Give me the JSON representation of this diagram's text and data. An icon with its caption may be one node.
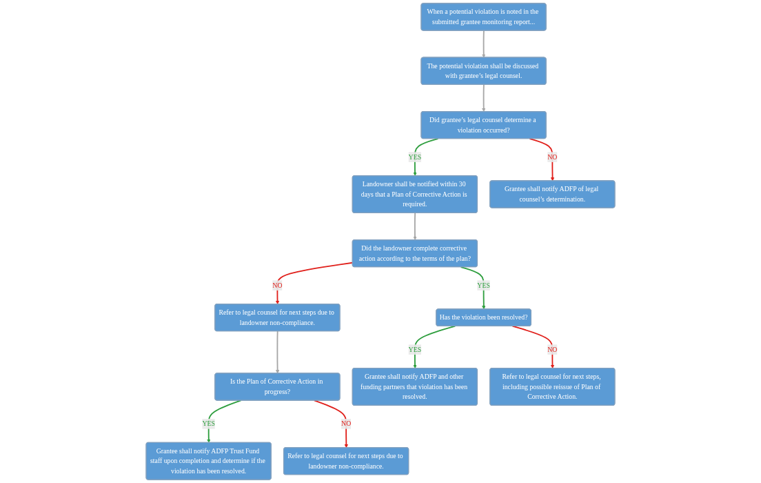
{
  "diagram": {
    "nodes": [
      {
        "text": [
          "When a potential violation is noted in the submitted grantee monitoring report..."
        ]
      },
      {
        "text": [
          "The potential violation shall be discussed with grantee’s legal counsel."
        ]
      },
      {
        "text": [
          "Did grantee’s legal counsel determine a violation occurred?"
        ]
      },
      {
        "text": [
          "Landowner shall be notified within 30 days that a Plan of Corrective Action is required."
        ]
      },
      {
        "text": [
          "Grantee shall notify ADFP of legal counsel’s determination."
        ]
      },
      {
        "text": [
          "Did the landowner complete corrective action according to the terms of the plan?"
        ]
      },
      {
        "text": [
          "Has the violation been resolved?"
        ]
      },
      {
        "text": [
          "Refer to legal counsel for next steps due to landowner non-compliance."
        ]
      },
      {
        "text": [
          "Is the Plan of Corrective Action in progress?"
        ]
      },
      {
        "text": [
          "Grantee shall notify ADFP and other funding partners that violation has been resolved."
        ]
      },
      {
        "text": [
          "Refer to legal counsel for next steps, including possible reissue of Plan of Corrective Action."
        ]
      },
      {
        "text": [
          "Grantee shall notify ADFP Trust Fund staff upon completion and determine if the violation has been resolved."
        ]
      },
      {
        "text": [
          "Refer to legal counsel for next steps due to landowner non-compliance."
        ]
      }
    ],
    "edges": [
      {
        "from": 0,
        "to": 1,
        "arrow": "to",
        "color": "#a6a6a6"
      },
      {
        "from": 1,
        "to": 2,
        "arrow": "to",
        "color": "#a6a6a6"
      },
      {
        "from": 2,
        "to": 3,
        "arrow": "to",
        "label": "YES",
        "color": "#2e9e3e"
      },
      {
        "from": 2,
        "to": 4,
        "arrow": "to",
        "label": "NO",
        "color": "#e0201b"
      },
      {
        "from": 3,
        "to": 5,
        "arrow": "to",
        "color": "#a6a6a6"
      },
      {
        "from": 5,
        "to": 6,
        "arrow": "to",
        "label": "YES",
        "color": "#2e9e3e"
      },
      {
        "from": 5,
        "to": 7,
        "arrow": "to",
        "label": "NO",
        "color": "#e0201b"
      },
      {
        "from": 7,
        "to": 8,
        "arrow": "to",
        "color": "#a6a6a6"
      },
      {
        "from": 6,
        "to": 9,
        "arrow": "to",
        "label": "YES",
        "color": "#2e9e3e"
      },
      {
        "from": 6,
        "to": 10,
        "arrow": "to",
        "label": "NO",
        "color": "#e0201b"
      },
      {
        "from": 8,
        "to": 11,
        "arrow": "to",
        "label": "YES",
        "color": "#2e9e3e"
      },
      {
        "from": 8,
        "to": 12,
        "arrow": "to",
        "label": "NO",
        "color": "#e0201b"
      }
    ]
  }
}
